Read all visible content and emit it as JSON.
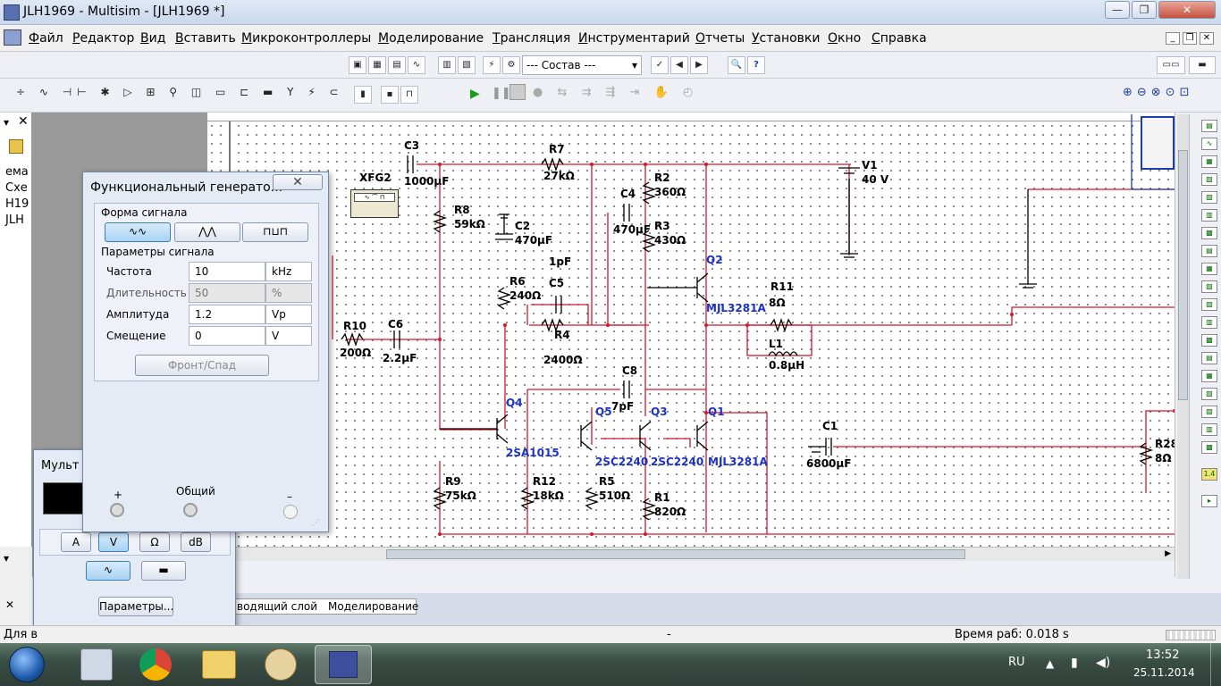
{
  "window": {
    "title": "JLH1969 - Multisim - [JLH1969 *]"
  },
  "menu": [
    "Файл",
    "Редактор",
    "Вид",
    "Вставить",
    "Микроконтроллеры",
    "Моделирование",
    "Трансляция",
    "Инструментарий",
    "Отчеты",
    "Установки",
    "Окно",
    "Справка"
  ],
  "toolbar": {
    "composition_select": "--- Состав ---"
  },
  "left_panel": {
    "items": [
      "ема",
      "Схе",
      "Н19",
      "JLH"
    ]
  },
  "schematic": {
    "labels": {
      "c3": "C3",
      "c3v": "1000µF",
      "xfg2": "XFG2",
      "r7": "R7",
      "r7v": "27kΩ",
      "r2": "R2",
      "r2v": "360Ω",
      "c4": "C4",
      "c4v": "470µF",
      "r3": "R3",
      "r3v": "430Ω",
      "v1": "V1",
      "v1v": "40 V",
      "r8": "R8",
      "r8v": "59kΩ",
      "c2": "C2",
      "c2v": "470µF",
      "c5v": "1pF",
      "c5": "C5",
      "r6": "R6",
      "r6v": "240Ω",
      "q2": "Q2",
      "q2m": "MJL3281A",
      "r11": "R11",
      "r11v": "8Ω",
      "r4": "R4",
      "r4v": "2400Ω",
      "l1": "L1",
      "l1v": "0.8µH",
      "r10": "R10",
      "r10v": "200Ω",
      "c6": "C6",
      "c6v": "2.2µF",
      "c8": "C8",
      "c8v": "7pF",
      "q4": "Q4",
      "q4m": "2SA1015",
      "q5": "Q5",
      "q5m": "2SC2240",
      "q3": "Q3",
      "q3m": "2SC2240",
      "q1": "Q1",
      "q1m": "MJL3281A",
      "c1": "C1",
      "c1v": "6800µF",
      "r28": "R28",
      "r28v": "8Ω",
      "r9": "R9",
      "r9v": "75kΩ",
      "r12": "R12",
      "r12v": "18kΩ",
      "r5": "R5",
      "r5v": "510Ω",
      "r1": "R1",
      "r1v": "820Ω"
    }
  },
  "funcgen": {
    "title": "Функциональный генерато...",
    "waveform_group": "Форма сигнала",
    "params_group": "Параметры сигнала",
    "rows": [
      {
        "label": "Частота",
        "value": "10",
        "unit": "kHz"
      },
      {
        "label": "Длительность",
        "value": "50",
        "unit": "%"
      },
      {
        "label": "Амплитуда",
        "value": "1.2",
        "unit": "Vp"
      },
      {
        "label": "Смещение",
        "value": "0",
        "unit": "V"
      }
    ],
    "edge_button": "Фронт/Спад",
    "plus": "+",
    "common": "Общий",
    "minus": "–"
  },
  "multimeter": {
    "title": "Мульт",
    "modes": [
      "A",
      "V",
      "Ω",
      "dB"
    ],
    "params_button": "Параметры..."
  },
  "tabs_partial": {
    "tab1": "водящий слой",
    "tab2": "Моделирование"
  },
  "status": {
    "left": "Для в",
    "center": "-",
    "sim_time": "Время раб: 0.018 s"
  },
  "taskbar": {
    "lang": "RU",
    "time": "13:52",
    "date": "25.11.2014"
  }
}
